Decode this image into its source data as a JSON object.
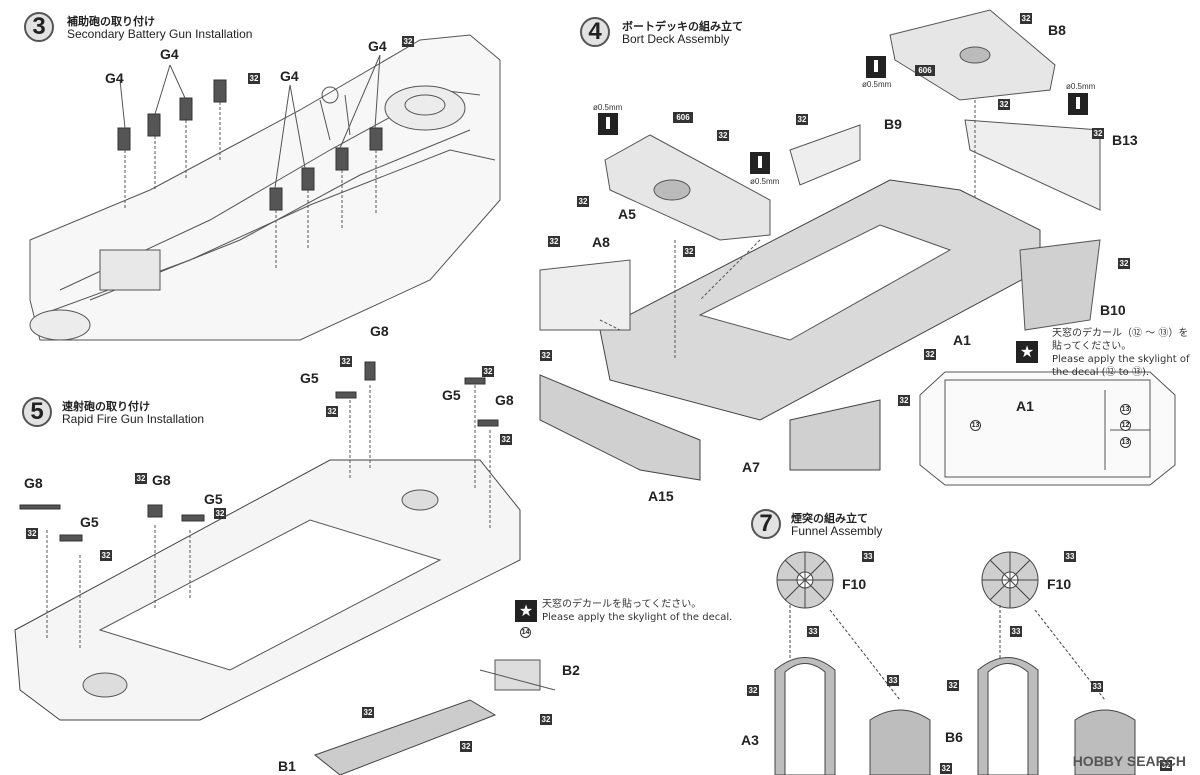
{
  "step3": {
    "number": "3",
    "title_jp": "補助砲の取り付け",
    "title_en": "Secondary Battery Gun Installation",
    "parts": [
      "G4",
      "G4",
      "G4",
      "G4"
    ],
    "paint": [
      "32",
      "32"
    ]
  },
  "step4": {
    "number": "4",
    "title_jp": "ボートデッキの組み立て",
    "title_en": "Bort Deck Assembly",
    "parts": [
      "B8",
      "B9",
      "B13",
      "A5",
      "A8",
      "A1",
      "B10",
      "A7",
      "A15"
    ],
    "paint": [
      "32",
      "32",
      "32",
      "606",
      "32",
      "32",
      "32",
      "32",
      "32",
      "606",
      "32",
      "32",
      "32",
      "32",
      "32",
      "32"
    ],
    "drill": [
      "ø0.5mm",
      "ø0.5mm",
      "ø0.5mm",
      "ø0.5mm"
    ]
  },
  "step4_note": {
    "jp": "天窓のデカール（⑫ ～ ⑬）を貼ってください。",
    "en": "Please apply the skylight of the decal (⑫ to ⑬).",
    "part": "A1",
    "decals": [
      "13",
      "13",
      "12",
      "13"
    ]
  },
  "step5": {
    "number": "5",
    "title_jp": "速射砲の取り付け",
    "title_en": "Rapid Fire Gun Installation",
    "parts": [
      "G8",
      "G5",
      "G5",
      "G8",
      "G8",
      "G8",
      "G5",
      "G5"
    ],
    "paint": [
      "32",
      "32",
      "32",
      "32",
      "32",
      "32",
      "32",
      "32",
      "32",
      "32"
    ]
  },
  "step5_sub": {
    "jp": "天窓のデカールを貼ってください。",
    "en": "Please apply the skylight of the decal.",
    "decal": "14",
    "parts": [
      "B2",
      "B1"
    ],
    "paint": [
      "32",
      "32"
    ]
  },
  "step7": {
    "number": "7",
    "title_jp": "煙突の組み立て",
    "title_en": "Funnel Assembly",
    "parts": [
      "F10",
      "F10",
      "A3",
      "B6"
    ],
    "paint": [
      "33",
      "33",
      "33",
      "33",
      "33",
      "33",
      "32",
      "32",
      "32",
      "32",
      "32",
      "32"
    ]
  },
  "watermark": "HOBBY SEARCH"
}
